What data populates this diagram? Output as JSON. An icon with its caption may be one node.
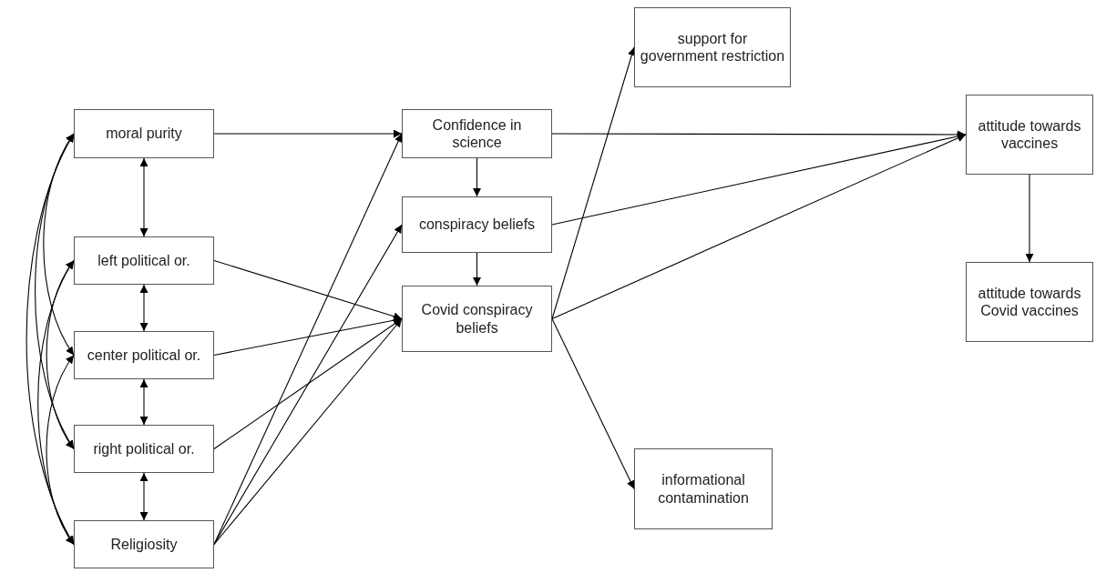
{
  "diagram": {
    "nodes": [
      {
        "text": [
          "moral purity"
        ]
      },
      {
        "text": [
          "left political or."
        ]
      },
      {
        "text": [
          "center political or."
        ]
      },
      {
        "text": [
          "right political or."
        ]
      },
      {
        "text": [
          "Religiosity"
        ]
      },
      {
        "text": [
          "Confidence in science"
        ]
      },
      {
        "text": [
          "conspiracy beliefs"
        ]
      },
      {
        "text": [
          "Covid conspiracy beliefs"
        ]
      },
      {
        "text": [
          "support for government restriction"
        ]
      },
      {
        "text": [
          "attitude towards vaccines"
        ]
      },
      {
        "text": [
          "attitude towards Covid vaccines"
        ]
      },
      {
        "text": [
          "informational contamination"
        ]
      }
    ],
    "edges": [
      {
        "from": 0,
        "to": 5,
        "arrow": "to"
      },
      {
        "from": 5,
        "to": 9,
        "arrow": "to"
      },
      {
        "from": 5,
        "to": 6,
        "arrow": "to"
      },
      {
        "from": 6,
        "to": 7,
        "arrow": "to"
      },
      {
        "from": 6,
        "to": 9,
        "arrow": "to"
      },
      {
        "from": 7,
        "to": 9,
        "arrow": "to"
      },
      {
        "from": 7,
        "to": 8,
        "arrow": "to"
      },
      {
        "from": 7,
        "to": 11,
        "arrow": "to"
      },
      {
        "from": 9,
        "to": 10,
        "arrow": "to"
      },
      {
        "from": 1,
        "to": 7,
        "arrow": "to"
      },
      {
        "from": 2,
        "to": 7,
        "arrow": "to"
      },
      {
        "from": 3,
        "to": 7,
        "arrow": "to"
      },
      {
        "from": 4,
        "to": 5,
        "arrow": "to"
      },
      {
        "from": 4,
        "to": 6,
        "arrow": "to"
      },
      {
        "from": 4,
        "to": 7,
        "arrow": "to"
      },
      {
        "from": 0,
        "to": 1,
        "arrow": "both"
      },
      {
        "from": 1,
        "to": 2,
        "arrow": "both"
      },
      {
        "from": 2,
        "to": 3,
        "arrow": "both"
      },
      {
        "from": 3,
        "to": 4,
        "arrow": "both"
      },
      {
        "from": 0,
        "to": 2,
        "arrow": "both"
      },
      {
        "from": 0,
        "to": 3,
        "arrow": "both"
      },
      {
        "from": 0,
        "to": 4,
        "arrow": "both"
      },
      {
        "from": 1,
        "to": 3,
        "arrow": "both"
      },
      {
        "from": 1,
        "to": 4,
        "arrow": "both"
      },
      {
        "from": 2,
        "to": 4,
        "arrow": "both"
      }
    ]
  }
}
